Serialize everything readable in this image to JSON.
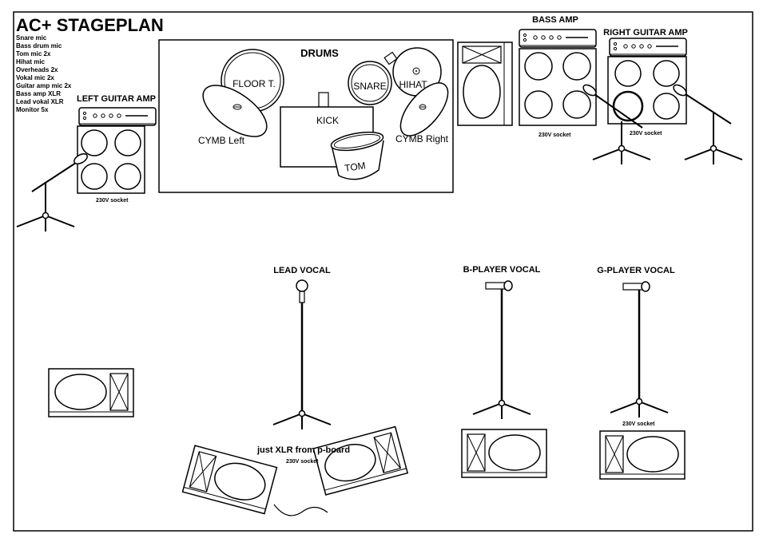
{
  "title": "AC+ STAGEPLAN",
  "input_list": [
    "Snare mic",
    "Bass drum mic",
    "Tom mic 2x",
    "Hihat mic",
    "Overheads 2x",
    "Vokal mic 2x",
    "Guitar amp mic 2x",
    "Bass amp XLR",
    "Lead vokal XLR",
    "Monitor 5x"
  ],
  "drums": {
    "title": "DRUMS",
    "floor_tom": "FLOOR T.",
    "snare": "SNARE",
    "hihat": "HIHAT",
    "kick": "KICK",
    "tom": "TOM",
    "cymb_left": "CYMB Left",
    "cymb_right": "CYMB Right"
  },
  "amps": {
    "left_guitar": "LEFT GUITAR AMP",
    "bass": "BASS AMP",
    "right_guitar": "RIGHT GUITAR AMP"
  },
  "vocals": {
    "lead": "LEAD VOCAL",
    "b_player": "B-PLAYER VOCAL",
    "g_player": "G-PLAYER VOCAL"
  },
  "socket_label": "230V socket",
  "xlr_note": "just XLR from p-board",
  "colors": {
    "line": "#000000",
    "background": "#ffffff"
  }
}
